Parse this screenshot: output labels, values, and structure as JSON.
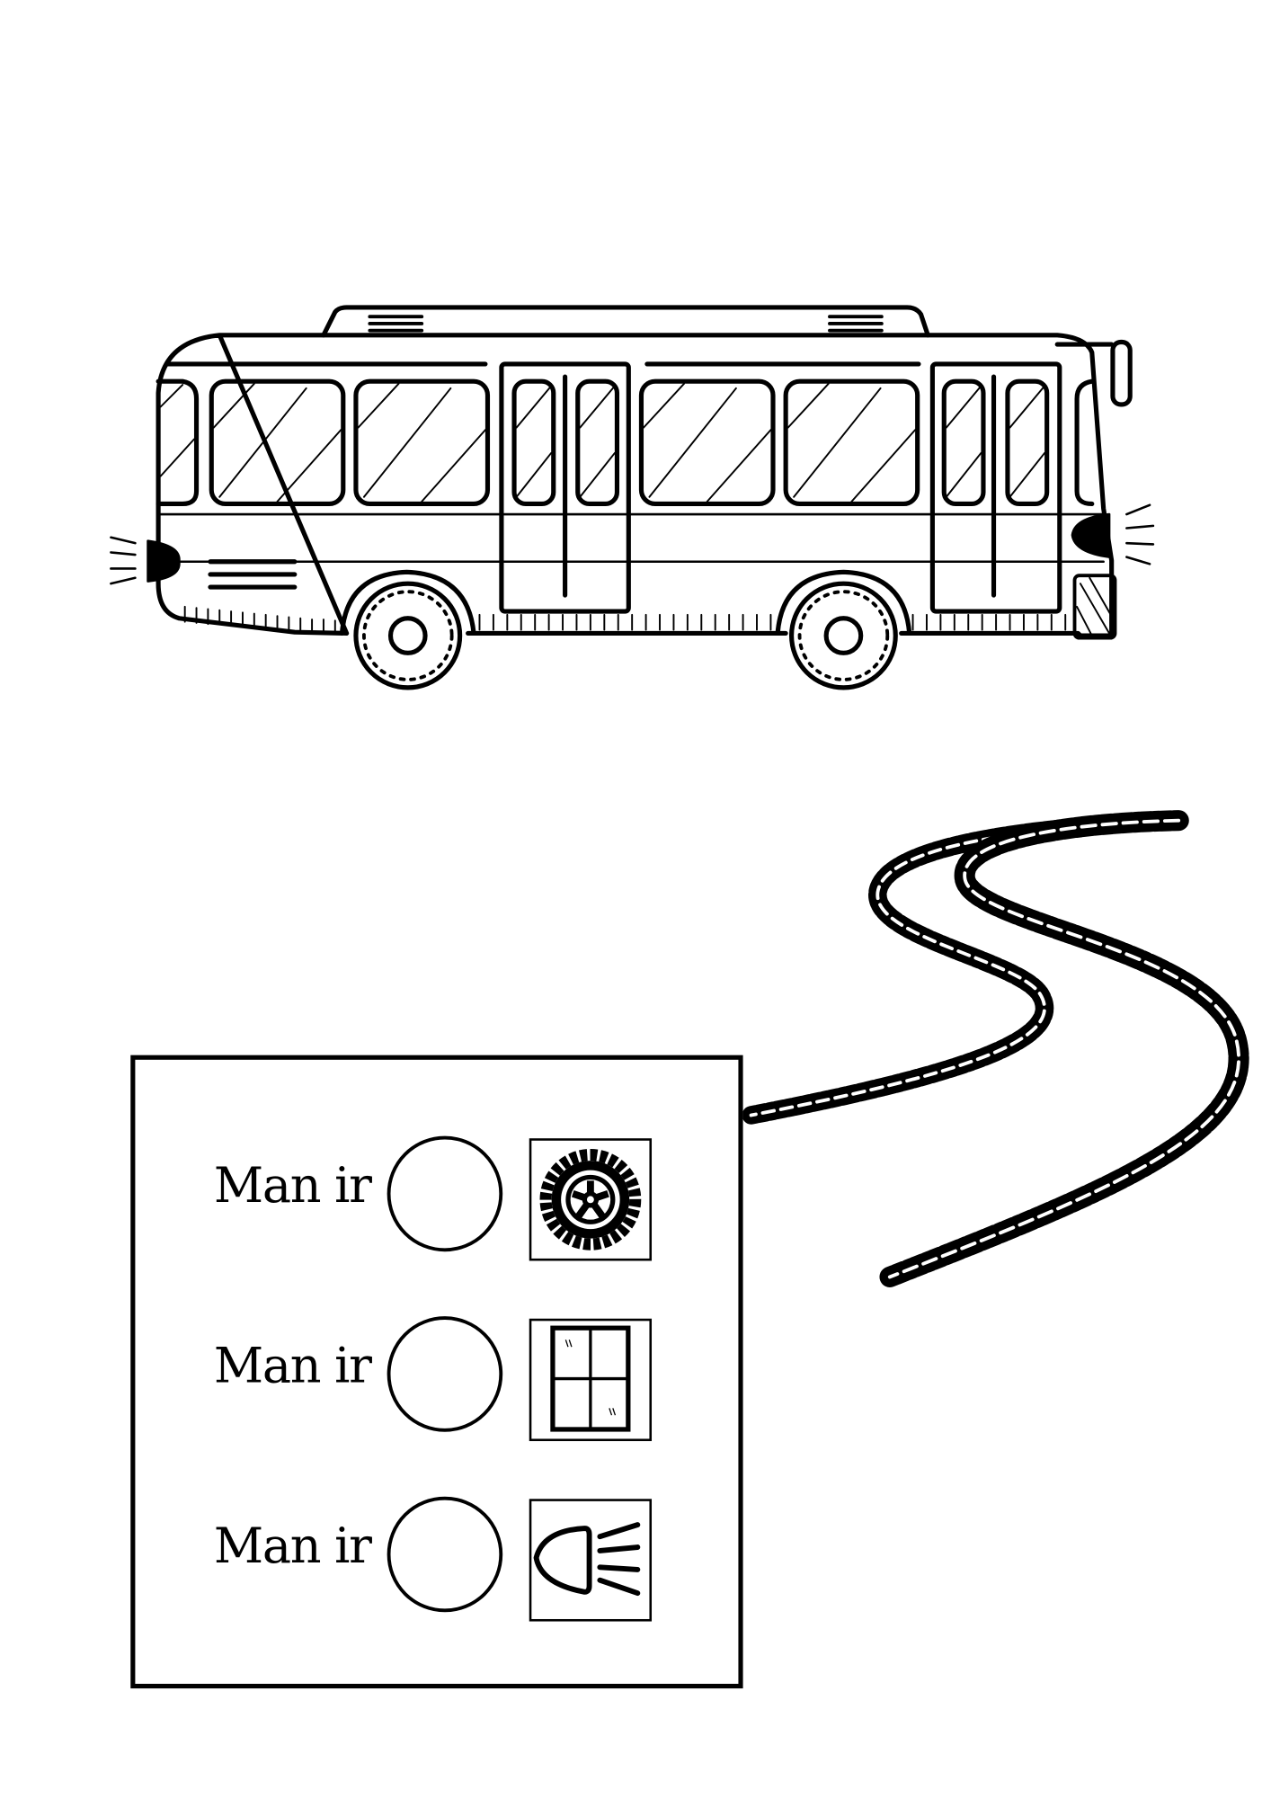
{
  "worksheet": {
    "items": [
      {
        "label": "Man ir",
        "icon": "wheel-icon"
      },
      {
        "label": "Man ir",
        "icon": "window-icon"
      },
      {
        "label": "Man ir",
        "icon": "headlight-icon"
      }
    ]
  },
  "colors": {
    "ink": "#000000",
    "background": "#ffffff"
  }
}
